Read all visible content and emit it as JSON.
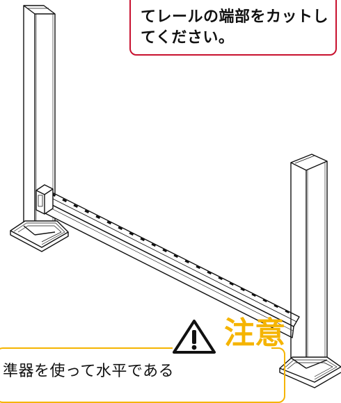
{
  "note": {
    "line1": "てレールの端部をカットし",
    "line2": "てください。",
    "border_color": "#c8102e"
  },
  "caution": {
    "icon": "warning-triangle-icon",
    "title": "注意",
    "text": "準器を使って水平である",
    "color": "#f5b400"
  }
}
